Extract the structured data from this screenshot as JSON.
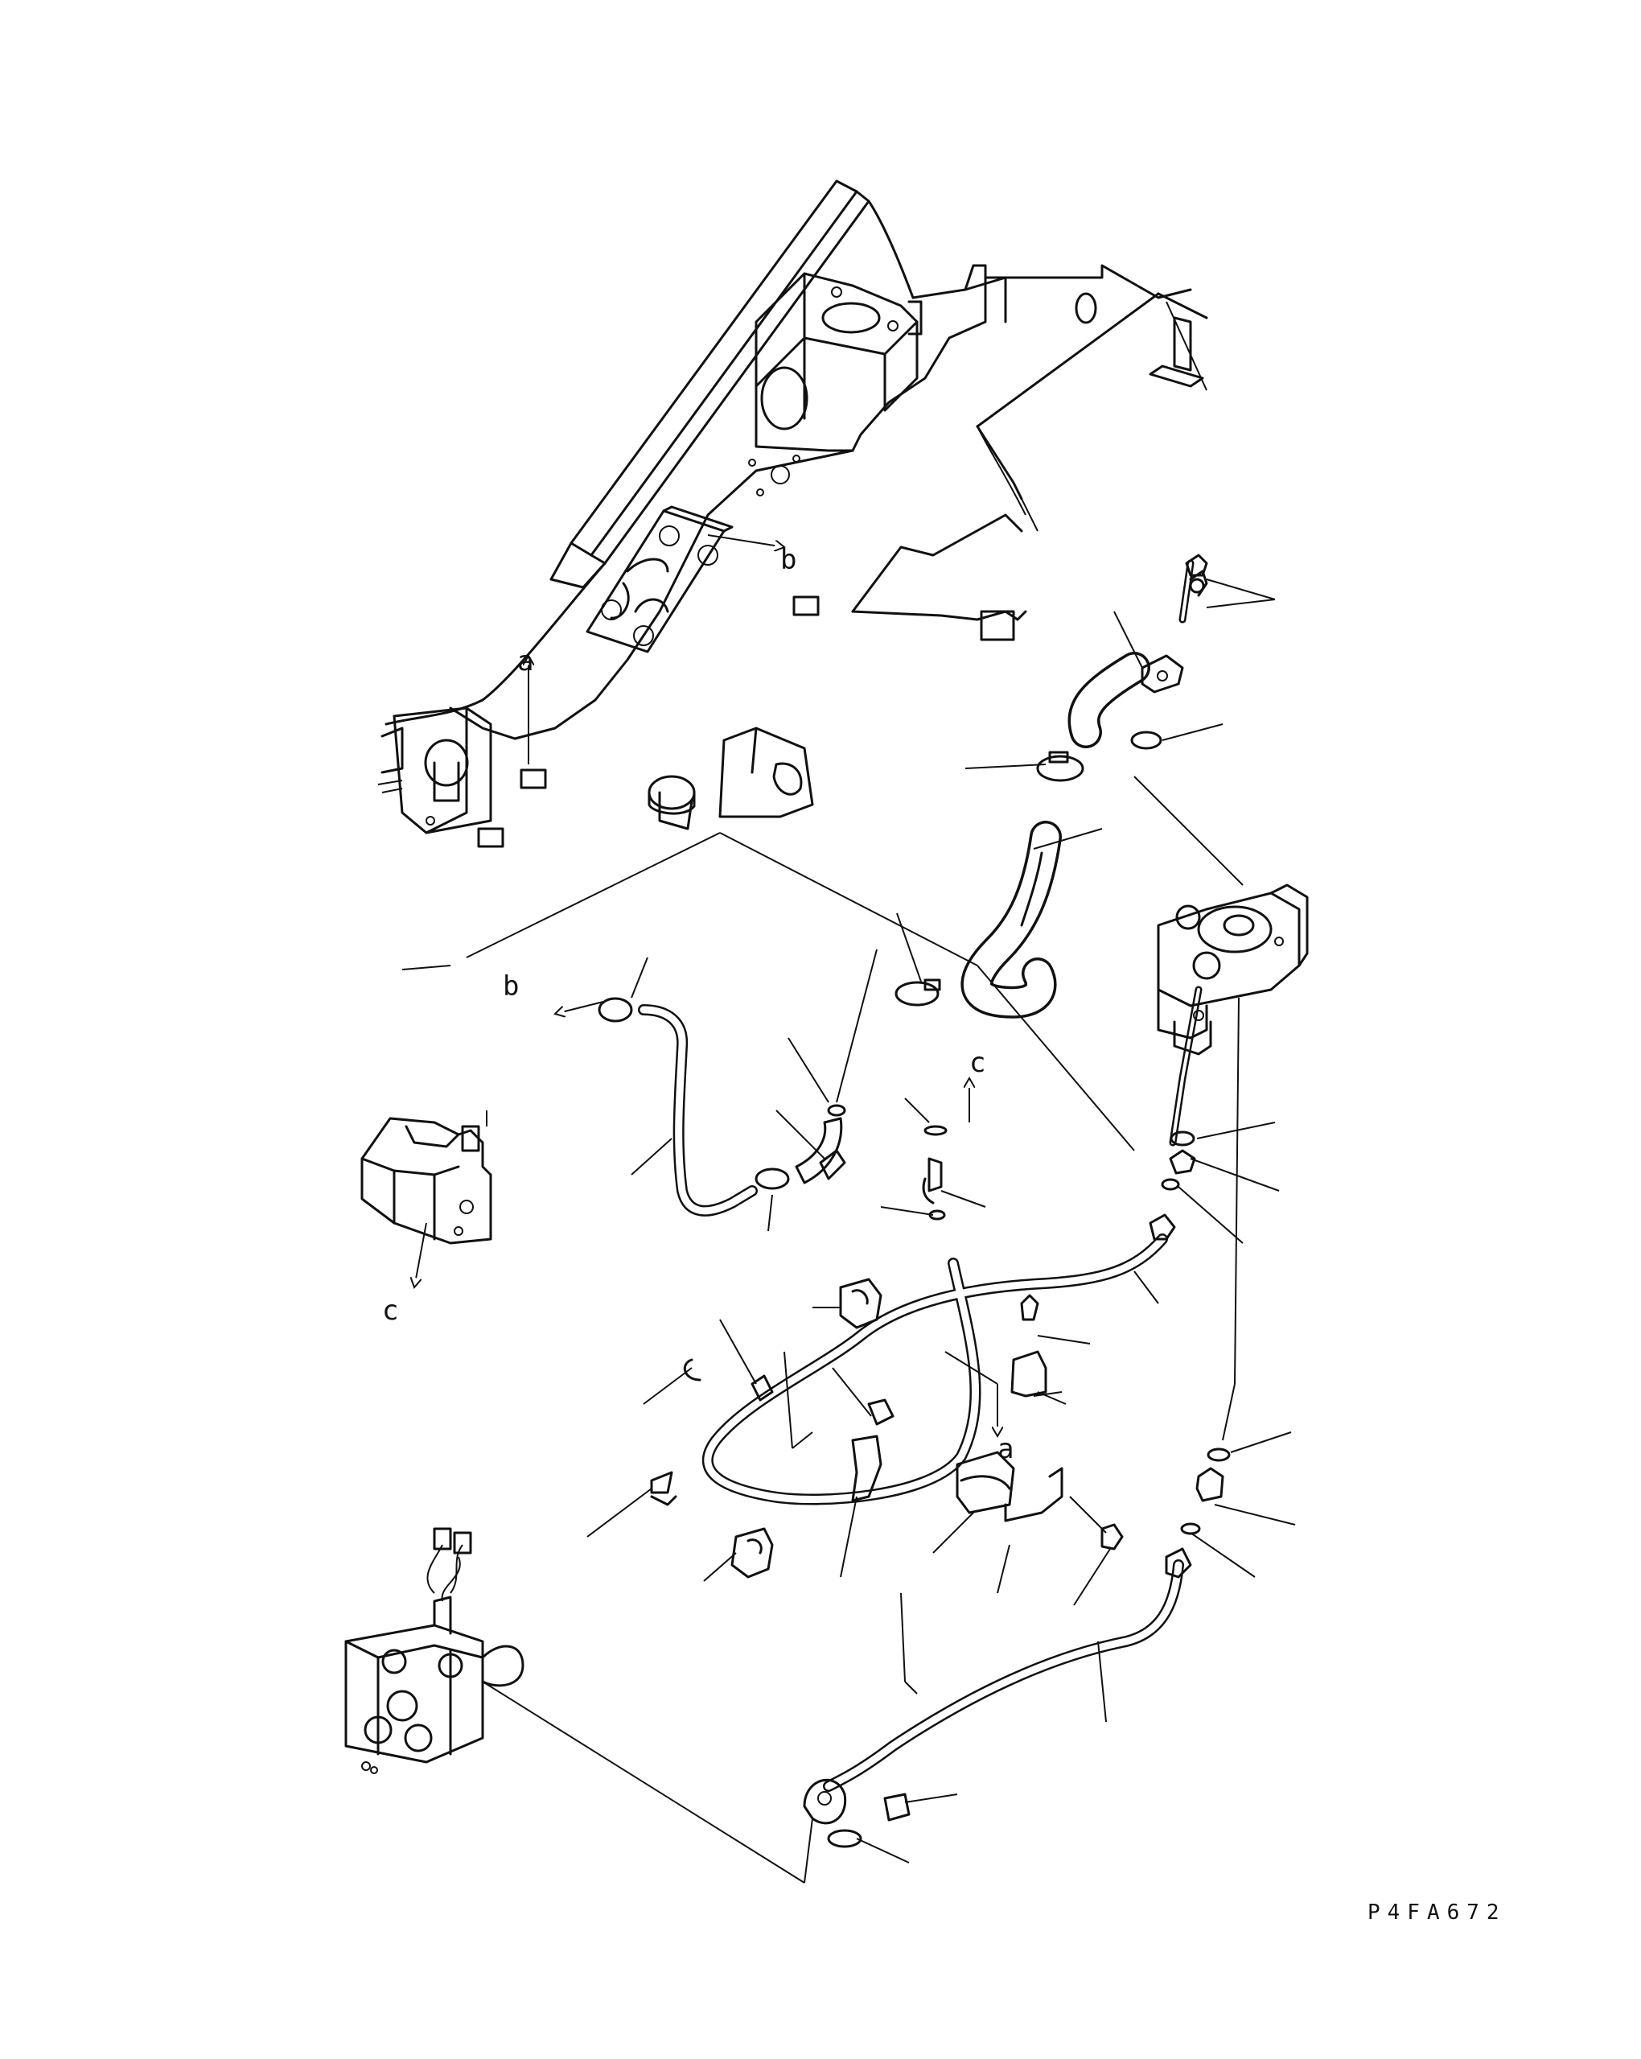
{
  "drawing": {
    "code": "P4FA672",
    "ref_labels": {
      "a_top": "a",
      "a_bottom": "a",
      "b_top": "b",
      "b_left": "b",
      "c_top": "c",
      "c_left": "c"
    }
  }
}
